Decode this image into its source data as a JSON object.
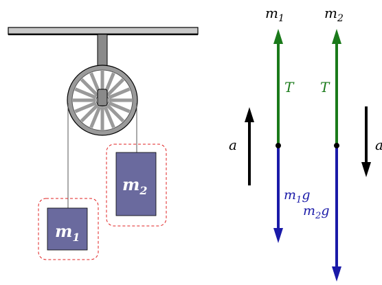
{
  "pulley_diagram": {
    "mass1_label": {
      "main": "m",
      "sub": "1"
    },
    "mass2_label": {
      "main": "m",
      "sub": "2"
    }
  },
  "free_body": {
    "header_m1": {
      "main": "m",
      "sub": "1"
    },
    "header_m2": {
      "main": "m",
      "sub": "2"
    },
    "tension_m1": "T",
    "tension_m2": "T",
    "weight_m1": {
      "main": "m",
      "sub": "1",
      "tail": "g"
    },
    "weight_m2": {
      "main": "m",
      "sub": "2",
      "tail": "g"
    },
    "accel_m1": "a",
    "accel_m2": "a"
  },
  "colors": {
    "ceiling": "#c0c0c0",
    "mass_fill": "#6a6a9e",
    "tension": "#1a7a1a",
    "weight": "#1a1aa8",
    "accel": "#000000",
    "dashed_box": "#e02020"
  }
}
